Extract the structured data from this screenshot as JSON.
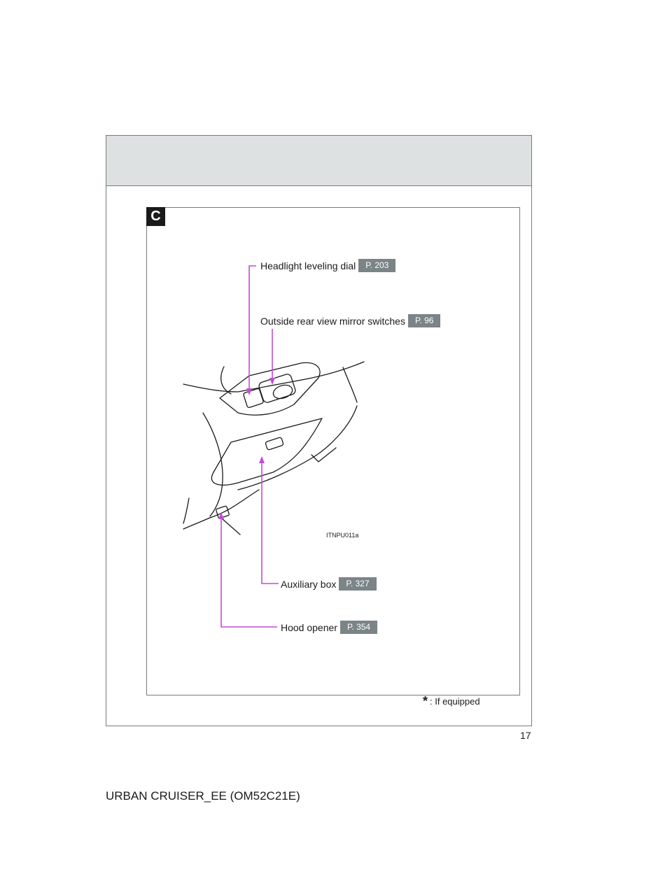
{
  "section_letter": "C",
  "callouts": {
    "headlight": {
      "label": "Headlight leveling dial",
      "page": "P. 203"
    },
    "mirror": {
      "label": "Outside rear view mirror switches",
      "page": "P. 96"
    },
    "auxiliary": {
      "label": "Auxiliary box",
      "page": "P. 327"
    },
    "hood": {
      "label": "Hood opener",
      "page": "P. 354"
    }
  },
  "figure_code": "ITNPU011a",
  "footnote": {
    "symbol": "*",
    "text": ": If equipped"
  },
  "page_number": "17",
  "footer": "URBAN CRUISER_EE (OM52C21E)",
  "colors": {
    "header_band": "#dde1e1",
    "callout_line": "#c44bd6",
    "page_ref_badge": "#7b8487",
    "section_tag": "#1a1a1a"
  }
}
